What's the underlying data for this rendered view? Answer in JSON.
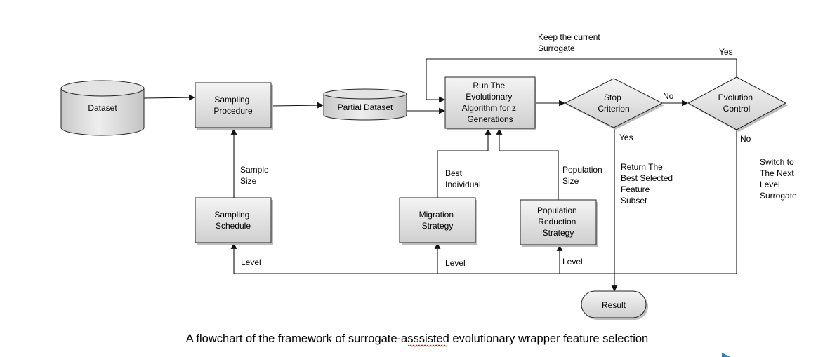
{
  "caption": "A flowchart of the framework of surrogate-asssisted evolutionary wrapper feature selection",
  "nodes": {
    "dataset": "Dataset",
    "sampling_procedure": [
      "Sampling",
      "Procedure"
    ],
    "partial_dataset": "Partial Dataset",
    "run_evolutionary": [
      "Run The",
      "Evolutionary",
      "Algorithm for z",
      "Generations"
    ],
    "stop_criterion": [
      "Stop",
      "Criterion"
    ],
    "evolution_control": [
      "Evolution",
      "Control"
    ],
    "sampling_schedule": [
      "Sampling",
      "Schedule"
    ],
    "migration_strategy": [
      "Migration",
      "Strategy"
    ],
    "population_reduction": [
      "Population",
      "Reduction",
      "Strategy"
    ],
    "result": "Result"
  },
  "edge_labels": {
    "keep_surrogate": [
      "Keep the current",
      "Surrogate"
    ],
    "yes_top": "Yes",
    "no_right": "No",
    "yes_down": "Yes",
    "no_down": "No",
    "return_best": [
      "Return The",
      "Best Selected",
      "Feature",
      "Subset"
    ],
    "switch_next": [
      "Switch to",
      "The Next",
      "Level",
      "Surrogate"
    ],
    "sample_size": [
      "Sample",
      "Size"
    ],
    "best_individual": [
      "Best",
      "Individual"
    ],
    "population_size": [
      "Population",
      "Size"
    ],
    "level_schedule": "Level",
    "level_migration": "Level",
    "level_reduction": "Level"
  }
}
